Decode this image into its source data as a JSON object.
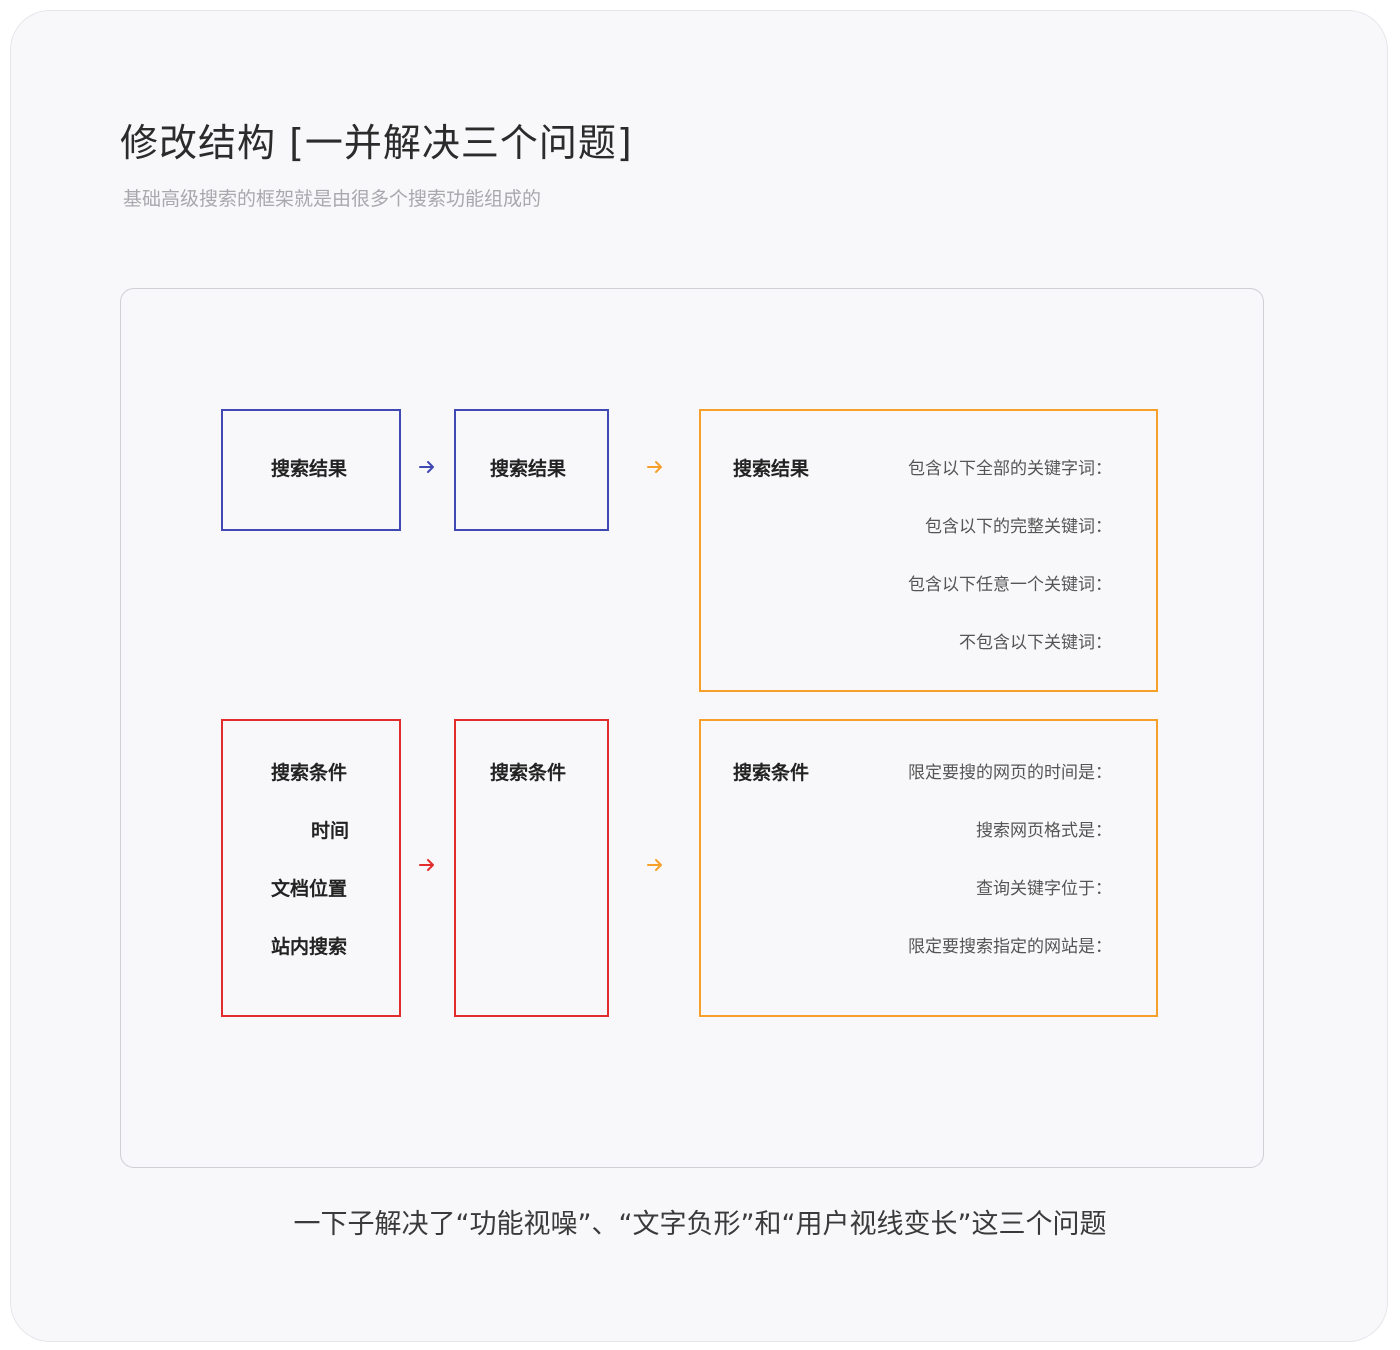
{
  "header": {
    "title": "修改结构 [一并解决三个问题]",
    "subtitle": "基础高级搜索的框架就是由很多个搜索功能组成的"
  },
  "diagram": {
    "row1": {
      "box_a_label": "搜索结果",
      "box_b_label": "搜索结果",
      "box_c_label": "搜索结果",
      "fields": [
        "包含以下全部的关键字词：",
        "包含以下的完整关键词：",
        "包含以下任意一个关键词：",
        "不包含以下关键词："
      ]
    },
    "row2": {
      "box_a_labels": [
        "搜索条件",
        "时间",
        "文档位置",
        "站内搜索"
      ],
      "box_b_label": "搜索条件",
      "box_c_label": "搜索条件",
      "fields": [
        "限定要搜的网页的时间是：",
        "搜索网页格式是：",
        "查询关键字位于：",
        "限定要搜索指定的网站是："
      ]
    },
    "colors": {
      "blue": "#3f48b3",
      "red": "#e32d2d",
      "orange": "#f6a02a"
    },
    "icons": [
      "arrow-right-icon"
    ]
  },
  "footer": {
    "caption": "一下子解决了“功能视噪”、“文字负形”和“用户视线变长”这三个问题"
  }
}
